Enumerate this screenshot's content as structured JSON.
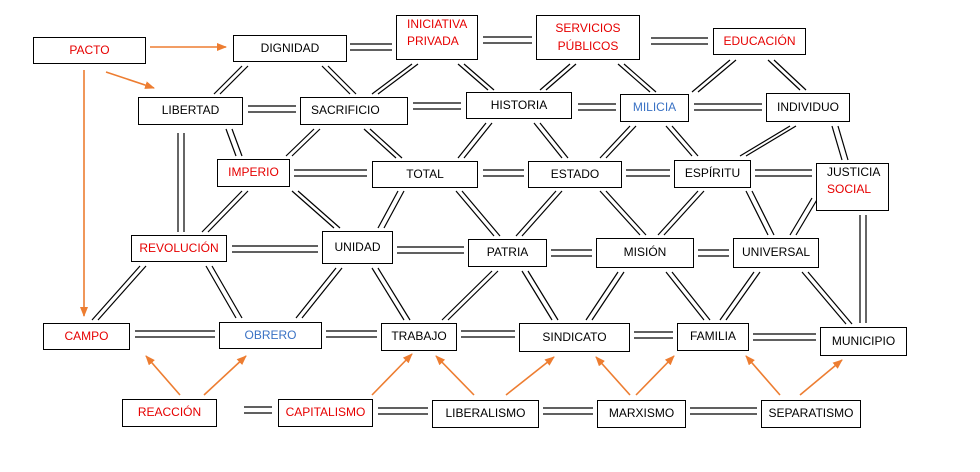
{
  "colors": {
    "red_text": "#e60000",
    "blue_text": "#3a72c4",
    "arrow": "#ed7d31",
    "line": "#000000"
  },
  "nodes": {
    "pacto": "PACTO",
    "dignidad": "DIGNIDAD",
    "iniciativa_privada": [
      "INICIATIVA",
      "PRIVADA"
    ],
    "servicios_publicos": [
      "SERVICIOS",
      "PÚBLICOS"
    ],
    "educacion": "EDUCACIÓN",
    "libertad": "LIBERTAD",
    "sacrificio": "SACRIFICIO",
    "historia": "HISTORIA",
    "milicia": "MILICIA",
    "individuo": "INDIVIDUO",
    "imperio": "IMPERIO",
    "total": "TOTAL",
    "estado": "ESTADO",
    "espiritu": "ESPÍRITU",
    "justicia_social": [
      "JUSTICIA",
      "SOCIAL"
    ],
    "revolucion": "REVOLUCIÓN",
    "unidad": "UNIDAD",
    "patria": "PATRIA",
    "mision": "MISIÓN",
    "universal": "UNIVERSAL",
    "campo": "CAMPO",
    "obrero": "OBRERO",
    "trabajo": "TRABAJO",
    "sindicato": "SINDICATO",
    "familia": "FAMILIA",
    "municipio": "MUNICIPIO",
    "reaccion": "REACCIÓN",
    "capitalismo": "CAPITALISMO",
    "liberalismo": "LIBERALISMO",
    "marxismo": "MARXISMO",
    "separatismo": "SEPARATISMO"
  }
}
